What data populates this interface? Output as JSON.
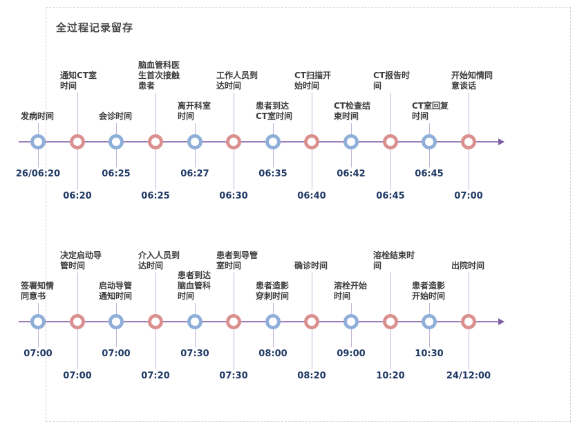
{
  "panel": {
    "title": "全过程记录留存"
  },
  "colors": {
    "marker_blue": "#8FAFD9",
    "marker_red": "#DB9090",
    "axis_line": "#9C7FBB",
    "connector_line": "#C3B2D8",
    "arrow": "#7C5CA5",
    "label_text": "#3C3C3C",
    "time_text": "#1F3864",
    "title_text": "#4A4A4A",
    "border_dashed": "#D0D0D0"
  },
  "timelines": [
    {
      "name": "ct-process-timeline",
      "events": [
        {
          "label": "发病时间",
          "time": "26/06:20",
          "variant": "blue"
        },
        {
          "label": "通知CT室\n时间",
          "time": "06:20",
          "variant": "red"
        },
        {
          "label": "会诊时间",
          "time": "06:25",
          "variant": "blue"
        },
        {
          "label": "脑血管科医\n生首次接触\n患者",
          "time": "06:25",
          "variant": "red"
        },
        {
          "label": "离开科室\n时间",
          "time": "06:27",
          "variant": "blue"
        },
        {
          "label": "工作人员到\n达时间",
          "time": "06:30",
          "variant": "red"
        },
        {
          "label": "患者到达\nCT室时间",
          "time": "06:35",
          "variant": "blue"
        },
        {
          "label": "CT扫描开\n始时间",
          "time": "06:40",
          "variant": "red"
        },
        {
          "label": "CT检查结\n束时间",
          "time": "06:42",
          "variant": "blue"
        },
        {
          "label": "CT报告时\n间",
          "time": "06:45",
          "variant": "red"
        },
        {
          "label": "CT室回复\n时间",
          "time": "06:45",
          "variant": "blue"
        },
        {
          "label": "开始知情同\n意谈话",
          "time": "07:00",
          "variant": "red"
        }
      ]
    },
    {
      "name": "catheter-process-timeline",
      "events": [
        {
          "label": "签署知情\n同意书",
          "time": "07:00",
          "variant": "blue"
        },
        {
          "label": "决定启动导\n管时间",
          "time": "07:00",
          "variant": "red"
        },
        {
          "label": "启动导管\n通知时间",
          "time": "07:00",
          "variant": "blue"
        },
        {
          "label": "介入人员到\n达时间",
          "time": "07:20",
          "variant": "red"
        },
        {
          "label": "患者到达\n脑血管科\n时间",
          "time": "07:30",
          "variant": "blue"
        },
        {
          "label": "患者到导管\n室时间",
          "time": "07:30",
          "variant": "red"
        },
        {
          "label": "患者造影\n穿刺时间",
          "time": "08:00",
          "variant": "blue"
        },
        {
          "label": "确诊时间",
          "time": "08:20",
          "variant": "red"
        },
        {
          "label": "溶栓开始\n时间",
          "time": "09:00",
          "variant": "blue"
        },
        {
          "label": "溶栓结束时\n间",
          "time": "10:20",
          "variant": "red"
        },
        {
          "label": "患者造影\n开始时间",
          "time": "10:30",
          "variant": "blue"
        },
        {
          "label": "出院时间",
          "time": "24/12:00",
          "variant": "red"
        }
      ]
    }
  ]
}
